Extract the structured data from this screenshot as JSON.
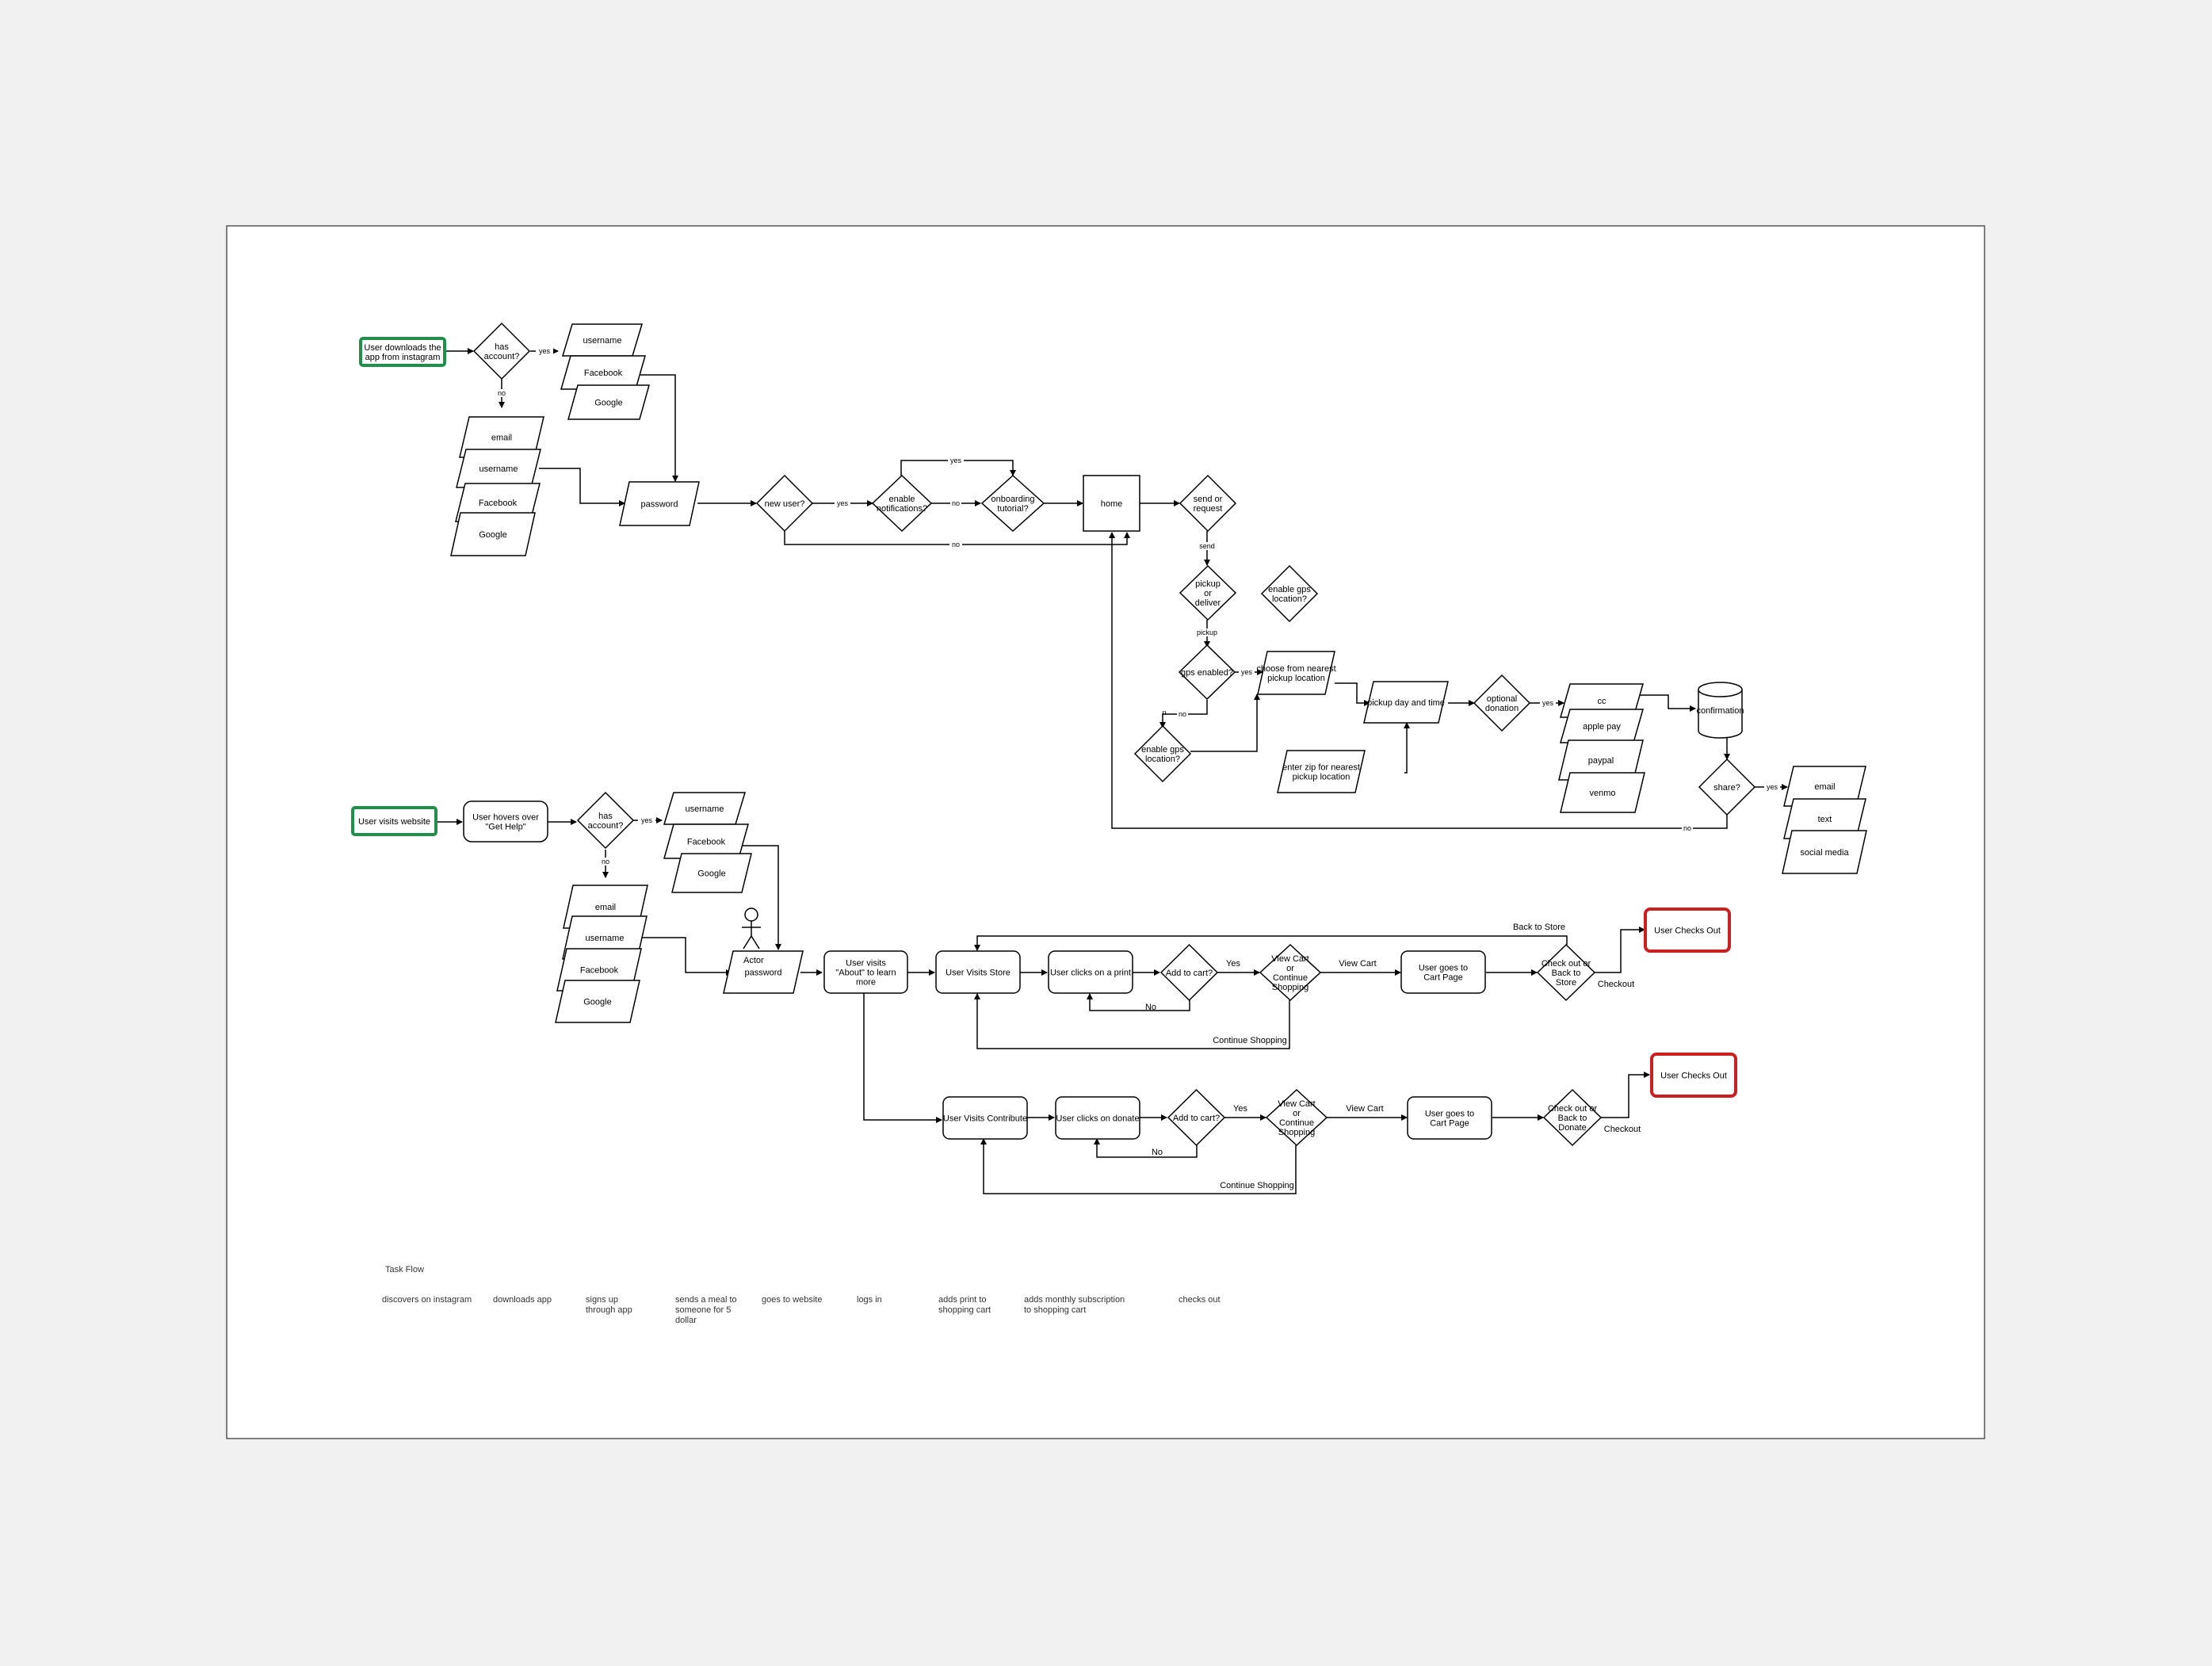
{
  "app": {
    "nodes": {
      "start": "User downloads the app from instagram",
      "has_account": "has account?",
      "username_a": "username",
      "facebook_a": "Facebook",
      "google_a": "Google",
      "email_b": "email",
      "username_b": "username",
      "facebook_b": "Facebook",
      "google_b": "Google",
      "password": "password",
      "new_user": "new user?",
      "enable_notifications": "enable notifications?",
      "onboarding_tutorial": "onboarding tutorial?",
      "home": "home",
      "send_or_request": "send or request",
      "pickup_or_deliver": "pickup or deliver",
      "enable_gps_float": "enable gps location?",
      "gps_enabled": "gps enabled?",
      "choose_nearest": "choose from nearest pickup location",
      "enable_gps_low": "enable gps location?",
      "enter_zip": "enter zip for nearest pickup location",
      "pickup_day_time": "pickup day and time",
      "optional_donation": "optional donation",
      "cc": "cc",
      "apple_pay": "apple pay",
      "paypal": "paypal",
      "venmo": "venmo",
      "confirmation": "confirmation",
      "share": "share?",
      "share_email": "email",
      "share_text": "text",
      "share_social": "social media"
    },
    "edges": {
      "yes": "yes",
      "no": "no",
      "send": "send",
      "pickup": "pickup",
      "n": "n"
    }
  },
  "web": {
    "nodes": {
      "start": "User visits website",
      "hovers": "User hovers over \"Get Help\"",
      "has_account": "has account?",
      "username_a": "username",
      "facebook_a": "Facebook",
      "google_a": "Google",
      "email_b": "email",
      "username_b": "username",
      "facebook_b": "Facebook",
      "google_b": "Google",
      "actor": "Actor",
      "password": "password",
      "visits_about": "User visits \"About\" to learn more",
      "visits_store": "User Visits Store",
      "clicks_print": "User clicks on a print",
      "add_to_cart_1": "Add to cart?",
      "view_cart_1": "View Cart or Continue Shopping",
      "cart_page_1": "User goes to Cart Page",
      "checkout_store": "Check out or Back to Store",
      "checks_out_1": "User Checks Out",
      "visits_contribute": "User Visits Contribute",
      "clicks_donate": "User clicks on donate",
      "add_to_cart_2": "Add to cart?",
      "view_cart_2": "View Cart or Continue Shopping",
      "cart_page_2": "User goes to Cart Page",
      "checkout_donate": "Check out or Back to Donate",
      "checks_out_2": "User Checks Out"
    },
    "edges": {
      "yes": "yes",
      "no": "no",
      "Yes": "Yes",
      "No": "No",
      "view_cart": "View Cart",
      "back_to_store": "Back to Store",
      "checkout": "Checkout",
      "continue_shopping": "Continue Shopping"
    }
  },
  "task_flow": {
    "title": "Task Flow",
    "steps": [
      "discovers on instagram",
      "downloads app",
      "signs up through app",
      "sends a meal to someone for 5 dollar",
      "goes to website",
      "logs in",
      "adds print to shopping cart",
      "adds monthly subscription to shopping cart",
      "checks out"
    ]
  },
  "colors": {
    "start_border": "#1f8f4a",
    "end_border": "#cc1f1f",
    "frame_border": "#555555",
    "background": "#f1f1f1"
  }
}
